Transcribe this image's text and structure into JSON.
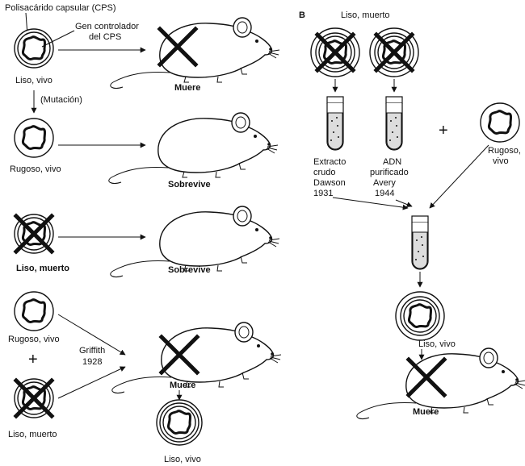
{
  "panel_a": {
    "cps_label": "Polisacárido capsular (CPS)",
    "gene_label_1": "Gen controlador",
    "gene_label_2": "del CPS",
    "row1_bacteria": "Liso, vivo",
    "row1_result": "Muere",
    "mutation_label": "(Mutación)",
    "row2_bacteria": "Rugoso, vivo",
    "row2_result": "Sobrevive",
    "row3_bacteria": "Liso, muerto",
    "row3_result": "Sobrevive",
    "row4_bacteria_a": "Rugoso, vivo",
    "plus": "+",
    "row4_bacteria_b": "Liso, muerto",
    "griffith_1": "Griffith",
    "griffith_2": "1928",
    "row4_result": "Muere",
    "row4_recovered": "Liso, vivo"
  },
  "panel_b": {
    "panel_letter": "B",
    "top_label": "Liso, muerto",
    "tube1_l1": "Extracto",
    "tube1_l2": "crudo",
    "tube1_l3": "Dawson",
    "tube1_l4": "1931",
    "tube2_l1": "ADN",
    "tube2_l2": "purificado",
    "tube2_l3": "Avery",
    "tube2_l4": "1944",
    "plus": "+",
    "rough_l1": "Rugoso,",
    "rough_l2": "vivo",
    "recovered": "Liso, vivo",
    "result": "Muere"
  }
}
